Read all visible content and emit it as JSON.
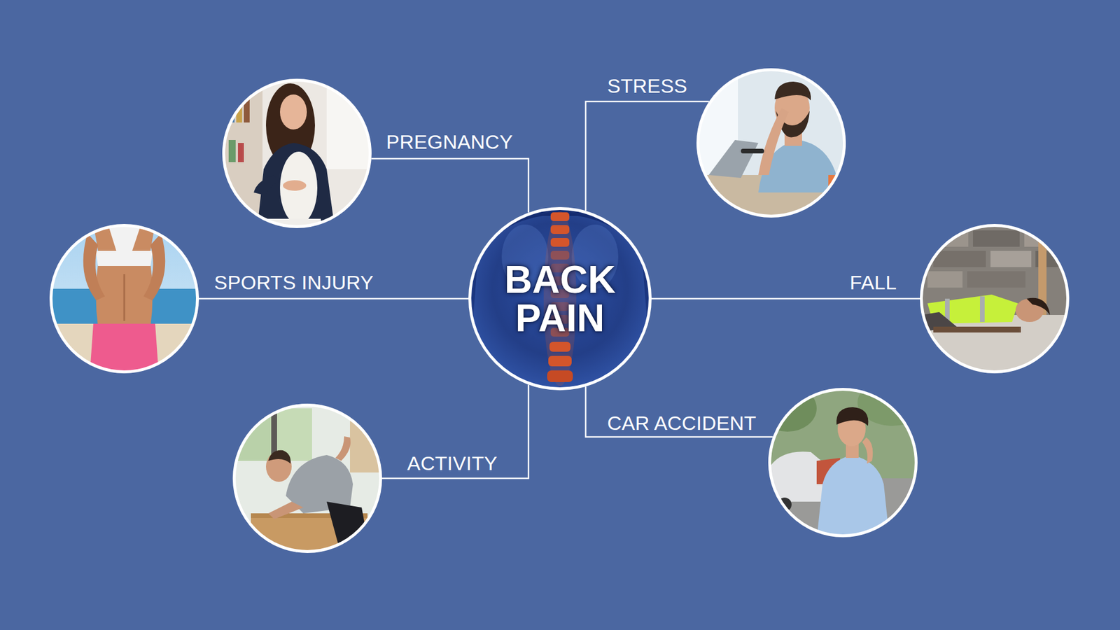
{
  "diagram": {
    "nodes": [
      {
        "text": [
          "PREGNANCY"
        ]
      },
      {
        "text": [
          "STRESS"
        ]
      },
      {
        "text": [
          "SPORTS INJURY"
        ]
      },
      {
        "text": [
          "BACK PAIN"
        ]
      },
      {
        "text": [
          "FALL"
        ]
      },
      {
        "text": [
          "ACTIVITY"
        ]
      },
      {
        "text": [
          "CAR ACCIDENT"
        ]
      }
    ],
    "edges": [
      {
        "from": 3,
        "to": 0,
        "arrow": "none"
      },
      {
        "from": 3,
        "to": 1,
        "arrow": "none"
      },
      {
        "from": 3,
        "to": 2,
        "arrow": "none"
      },
      {
        "from": 3,
        "to": 4,
        "arrow": "none"
      },
      {
        "from": 3,
        "to": 5,
        "arrow": "none"
      },
      {
        "from": 3,
        "to": 6,
        "arrow": "none"
      }
    ]
  }
}
